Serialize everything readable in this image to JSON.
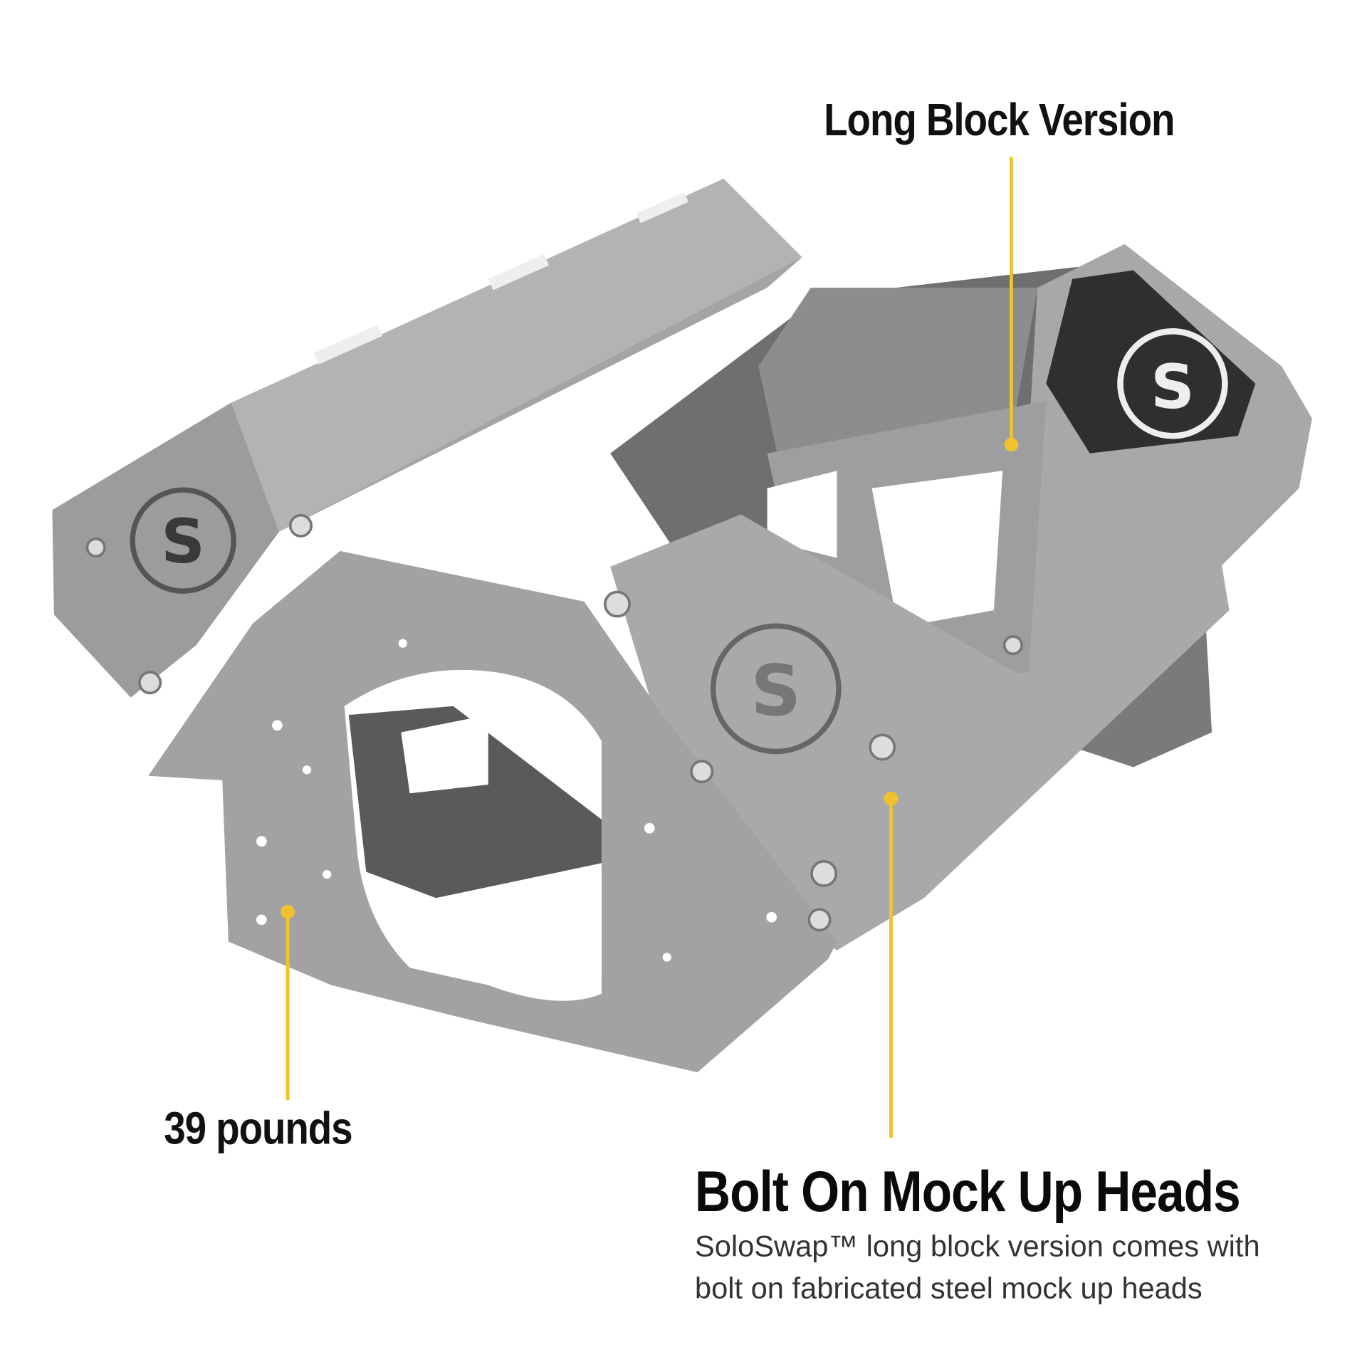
{
  "callouts": {
    "long_block": "Long Block Version",
    "weight": "39 pounds",
    "headline": "Bolt On Mock Up Heads",
    "description_line1": "SoloSwap™ long block version comes with",
    "description_line2": "bolt on fabricated steel mock up heads"
  },
  "colors": {
    "callout_line": "#f0c22c",
    "metal": "#9a9a9c",
    "metal_dark": "#6e6e70"
  }
}
